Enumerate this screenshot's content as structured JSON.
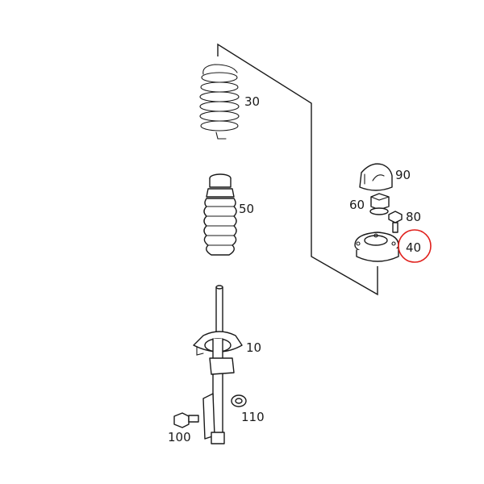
{
  "parts": [
    {
      "id": "coil-spring",
      "label": "30"
    },
    {
      "id": "bump-stop-boot",
      "label": "50"
    },
    {
      "id": "strut",
      "label": "10"
    },
    {
      "id": "bolt-100",
      "label": "100"
    },
    {
      "id": "bushing-110",
      "label": "110"
    },
    {
      "id": "dust-cap",
      "label": "90"
    },
    {
      "id": "nut",
      "label": "60"
    },
    {
      "id": "screw-80",
      "label": "80"
    },
    {
      "id": "strut-mount",
      "label": "40"
    }
  ],
  "highlight": {
    "part": "strut-mount",
    "label": "40",
    "color": "#e0201c"
  },
  "colors": {
    "line": "#1a1a1a",
    "background": "#ffffff",
    "highlight": "#e0201c"
  }
}
